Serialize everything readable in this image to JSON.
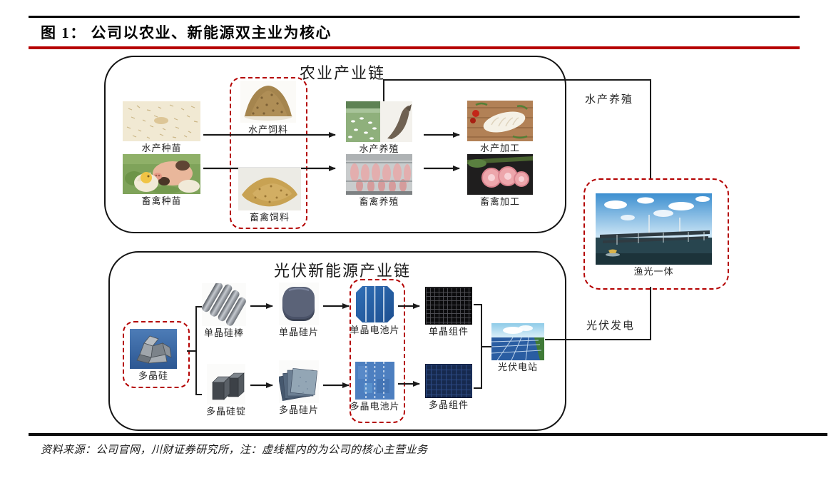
{
  "figure": {
    "title": "图 1： 公司以农业、新能源双主业为核心",
    "source_note": "资料来源：公司官网，川财证券研究所，注：虚线框内的为公司的核心主营业务"
  },
  "colors": {
    "title_rule_red": "#b60000",
    "top_rule_black": "#000000",
    "footer_rule_black": "#0d0d0d",
    "dashed_core_box_red": "#b40000",
    "connector_black": "#1a1a1a"
  },
  "agri_chain": {
    "title": "农业产业链",
    "nodes": {
      "aqua_seed": "水产种苗",
      "aqua_feed": "水产饲料",
      "aqua_farming": "水产养殖",
      "aqua_processing": "水产加工",
      "livestock_seed": "畜禽种苗",
      "livestock_feed": "畜禽饲料",
      "livestock_farming": "畜禽养殖",
      "livestock_processing": "畜禽加工"
    }
  },
  "pv_chain": {
    "title": "光伏新能源产业链",
    "nodes": {
      "polysilicon": "多晶硅",
      "mono_rod": "单晶硅棒",
      "mono_wafer": "单晶硅片",
      "mono_cell": "单晶电池片",
      "mono_module": "单晶组件",
      "poly_ingot": "多晶硅锭",
      "poly_wafer": "多晶硅片",
      "poly_cell": "多晶电池片",
      "poly_module": "多晶组件",
      "pv_station": "光伏电站"
    }
  },
  "side": {
    "aquaculture": "水产养殖",
    "fishery_pv": "渔光一体",
    "pv_generation": "光伏发电"
  }
}
